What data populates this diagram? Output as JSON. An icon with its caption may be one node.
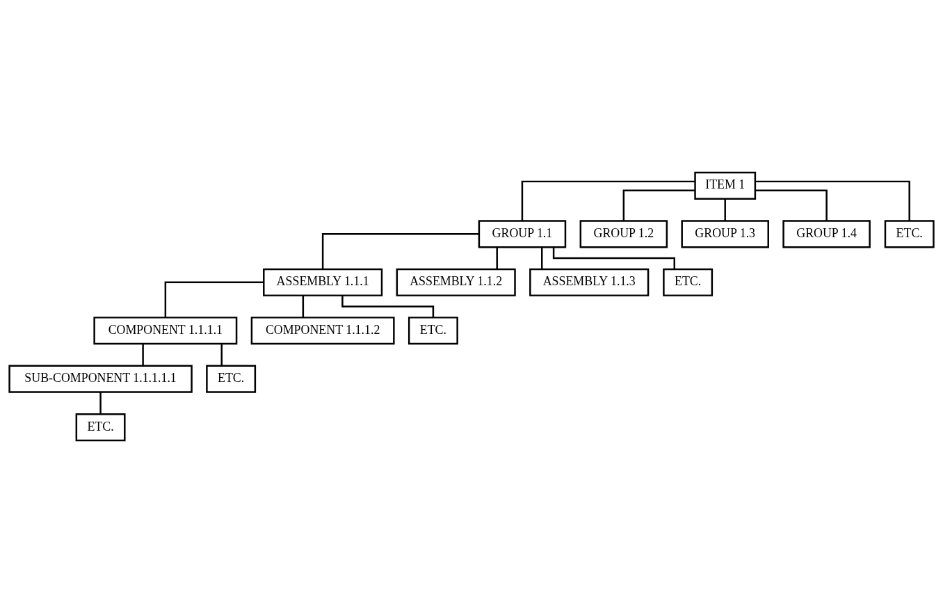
{
  "diagram": {
    "nodes": [
      {
        "text": [
          "ITEM 1"
        ]
      },
      {
        "text": [
          "GROUP 1.1"
        ]
      },
      {
        "text": [
          "GROUP 1.2"
        ]
      },
      {
        "text": [
          "GROUP 1.3"
        ]
      },
      {
        "text": [
          "GROUP 1.4"
        ]
      },
      {
        "text": [
          "ETC."
        ]
      },
      {
        "text": [
          "ASSEMBLY 1.1.1"
        ]
      },
      {
        "text": [
          "ASSEMBLY 1.1.2"
        ]
      },
      {
        "text": [
          "ASSEMBLY 1.1.3"
        ]
      },
      {
        "text": [
          "ETC."
        ]
      },
      {
        "text": [
          "COMPONENT 1.1.1.1"
        ]
      },
      {
        "text": [
          "COMPONENT 1.1.1.2"
        ]
      },
      {
        "text": [
          "ETC."
        ]
      },
      {
        "text": [
          "SUB-COMPONENT 1.1.1.1.1"
        ]
      },
      {
        "text": [
          "ETC."
        ]
      },
      {
        "text": [
          "ETC."
        ]
      }
    ],
    "edges": [
      {
        "from": 0,
        "to": 1,
        "arrow": "none"
      },
      {
        "from": 0,
        "to": 2,
        "arrow": "none"
      },
      {
        "from": 0,
        "to": 3,
        "arrow": "none"
      },
      {
        "from": 0,
        "to": 4,
        "arrow": "none"
      },
      {
        "from": 0,
        "to": 5,
        "arrow": "none"
      },
      {
        "from": 1,
        "to": 6,
        "arrow": "none"
      },
      {
        "from": 1,
        "to": 7,
        "arrow": "none"
      },
      {
        "from": 1,
        "to": 8,
        "arrow": "none"
      },
      {
        "from": 1,
        "to": 9,
        "arrow": "none"
      },
      {
        "from": 6,
        "to": 10,
        "arrow": "none"
      },
      {
        "from": 6,
        "to": 11,
        "arrow": "none"
      },
      {
        "from": 6,
        "to": 12,
        "arrow": "none"
      },
      {
        "from": 10,
        "to": 13,
        "arrow": "none"
      },
      {
        "from": 10,
        "to": 14,
        "arrow": "none"
      },
      {
        "from": 13,
        "to": 15,
        "arrow": "none"
      }
    ]
  }
}
